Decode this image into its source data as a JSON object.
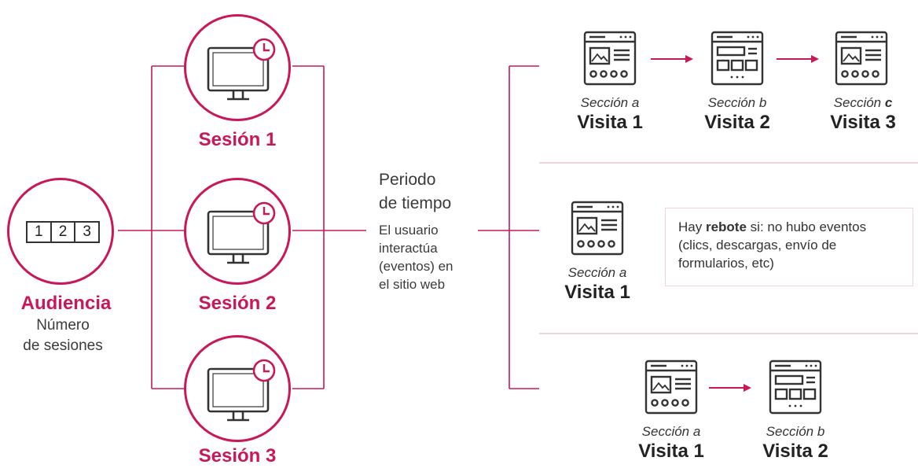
{
  "colors": {
    "accent": "#c8185a",
    "divider": "#e7c6d3",
    "text": "#333333"
  },
  "audience": {
    "numbers": [
      "1",
      "2",
      "3"
    ],
    "title": "Audiencia",
    "subtitle_line1": "Número",
    "subtitle_line2": "de sesiones"
  },
  "sessions": [
    {
      "label": "Sesión 1",
      "icon": "monitor-clock-icon"
    },
    {
      "label": "Sesión 2",
      "icon": "monitor-clock-icon"
    },
    {
      "label": "Sesión 3",
      "icon": "monitor-clock-icon"
    }
  ],
  "middle": {
    "period_line1": "Periodo",
    "period_line2": "de tiempo",
    "desc_line1": "El usuario",
    "desc_line2": "interactúa",
    "desc_line3": "(eventos) en",
    "desc_line4": "el sitio web"
  },
  "rows": [
    {
      "visits": [
        {
          "section_prefix": "Sección",
          "section_letter": "a",
          "visit": "Visita 1",
          "icon": "gallery-page-icon"
        },
        {
          "section_prefix": "Sección",
          "section_letter": "b",
          "visit": "Visita 2",
          "icon": "layout-page-icon"
        },
        {
          "section_prefix": "Sección",
          "section_letter": "c",
          "visit": "Visita 3",
          "icon": "gallery-page-icon"
        }
      ]
    },
    {
      "visits": [
        {
          "section_prefix": "Sección",
          "section_letter": "a",
          "visit": "Visita 1",
          "icon": "gallery-page-icon"
        }
      ],
      "note": {
        "part1": "Hay ",
        "bold": "rebote",
        "part2": " si: no hubo eventos (clics, descargas, envío de formularios, etc)"
      }
    },
    {
      "visits": [
        {
          "section_prefix": "Sección",
          "section_letter": "a",
          "visit": "Visita 1",
          "icon": "gallery-page-icon"
        },
        {
          "section_prefix": "Sección",
          "section_letter": "b",
          "visit": "Visita 2",
          "icon": "layout-page-icon"
        }
      ]
    }
  ]
}
